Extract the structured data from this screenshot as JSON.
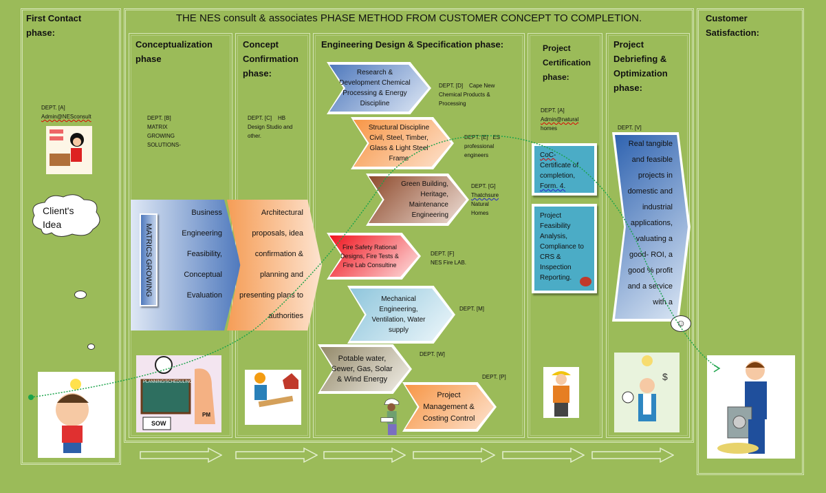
{
  "title": "THE NES consult & associates PHASE METHOD FROM CUSTOMER CONCEPT TO COMPLETION.",
  "phases": {
    "first_contact": "First Contact phase:",
    "conceptualization": "Conceptualization phase",
    "confirmation": "Concept Confirmation phase:",
    "engineering": "Engineering Design & Specification phase:",
    "certification": "Project Certification phase:",
    "debriefing": "Project Debriefing & Optimization phase:",
    "satisfaction": "Customer Satisfaction:"
  },
  "depts": {
    "a1": [
      "DEPT. [A]",
      "Admin@NESconsult"
    ],
    "b": [
      "DEPT. [B]",
      "MATRIX",
      "GROWING",
      "SOLUTIONS-"
    ],
    "c": [
      "DEPT. [C]    HB",
      "Design Studio and",
      "other."
    ],
    "d": [
      "DEPT. [D]    Cape New",
      "Chemical Products &",
      "Processing"
    ],
    "e": [
      "DEPT. [E]   ES",
      "professional",
      "engineers"
    ],
    "g": [
      "DEPT. [G]",
      "Thatchsure",
      "Natural",
      "Homes"
    ],
    "f": [
      "DEPT. [F]",
      "NES Fire LAB."
    ],
    "m": "DEPT. [M]",
    "w": "DEPT. [W]",
    "p": "DEPT. [P]",
    "a2": [
      "DEPT. [A]",
      "Admin@natural",
      "homes"
    ],
    "v": "DEPT. [V]"
  },
  "client_idea": "Client's Idea",
  "matrics_label": "MATRICS GROWING",
  "matrics_text": "Business Engineering Feasibility, Conceptual Evaluation",
  "architectural_text": "Architectural proposals, idea confirmation & planning and presenting plans to authorities",
  "chevrons": [
    "Research & Development Chemical Processing & Energy Discipline",
    "Structural Discipline Civil, Steel, Timber, Glass & Light Steel Frame",
    "Green Building, Heritage, Maintenance Engineering",
    "Fire Safety Rational Designs, Fire Tests & Fire Lab Consultine",
    "Mechanical Engineering, Ventilation, Water supply",
    "Potable water, Sewer, Gas, Solar & Wind Energy",
    "Project Management & Costing Control"
  ],
  "cert": {
    "coc": [
      "CoC-",
      "Certificate of completion,",
      "Form. 4."
    ],
    "feasibility": "Project Feasibility Analysis, Compliance to CRS & Inspection Reporting."
  },
  "debrief_text": "Real tangible and feasible projects in domestic and industrial applications, valuating a good- ROI, a good % profit and a service with a",
  "image_labels": {
    "planning": "PLANNING/SCHEDULING",
    "sow": "SOW",
    "pm": "PM"
  },
  "colors": {
    "bg": "#9bbb59",
    "cert": "#4bacc6",
    "curve": "#1aa34a"
  }
}
